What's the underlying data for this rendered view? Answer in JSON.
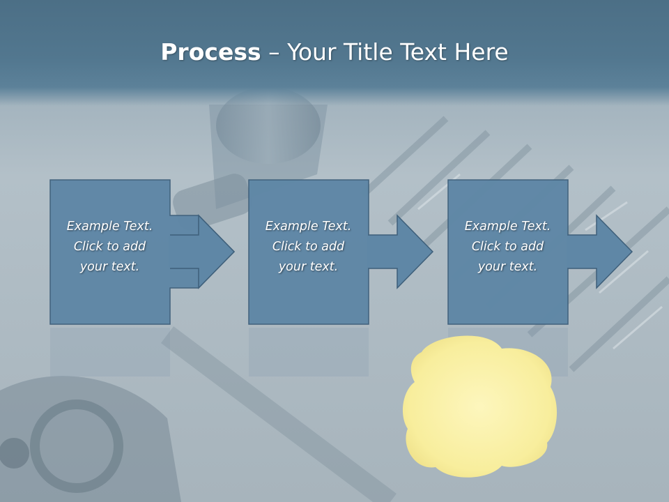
{
  "slide": {
    "title_bold": "Process",
    "title_rest": " – Your Title Text Here",
    "steps": [
      {
        "lines": [
          "Example Text.",
          "Click  to add",
          "your text."
        ]
      },
      {
        "lines": [
          "Example Text.",
          "Click  to add",
          "your text."
        ]
      },
      {
        "lines": [
          "Example Text.",
          "Click  to add",
          "your text."
        ]
      }
    ]
  },
  "colors": {
    "box_fill": "#5f87a6",
    "box_stroke": "#3e5f7a",
    "title_bar": "#52778f",
    "oil_drop": "#fbf1a3"
  }
}
